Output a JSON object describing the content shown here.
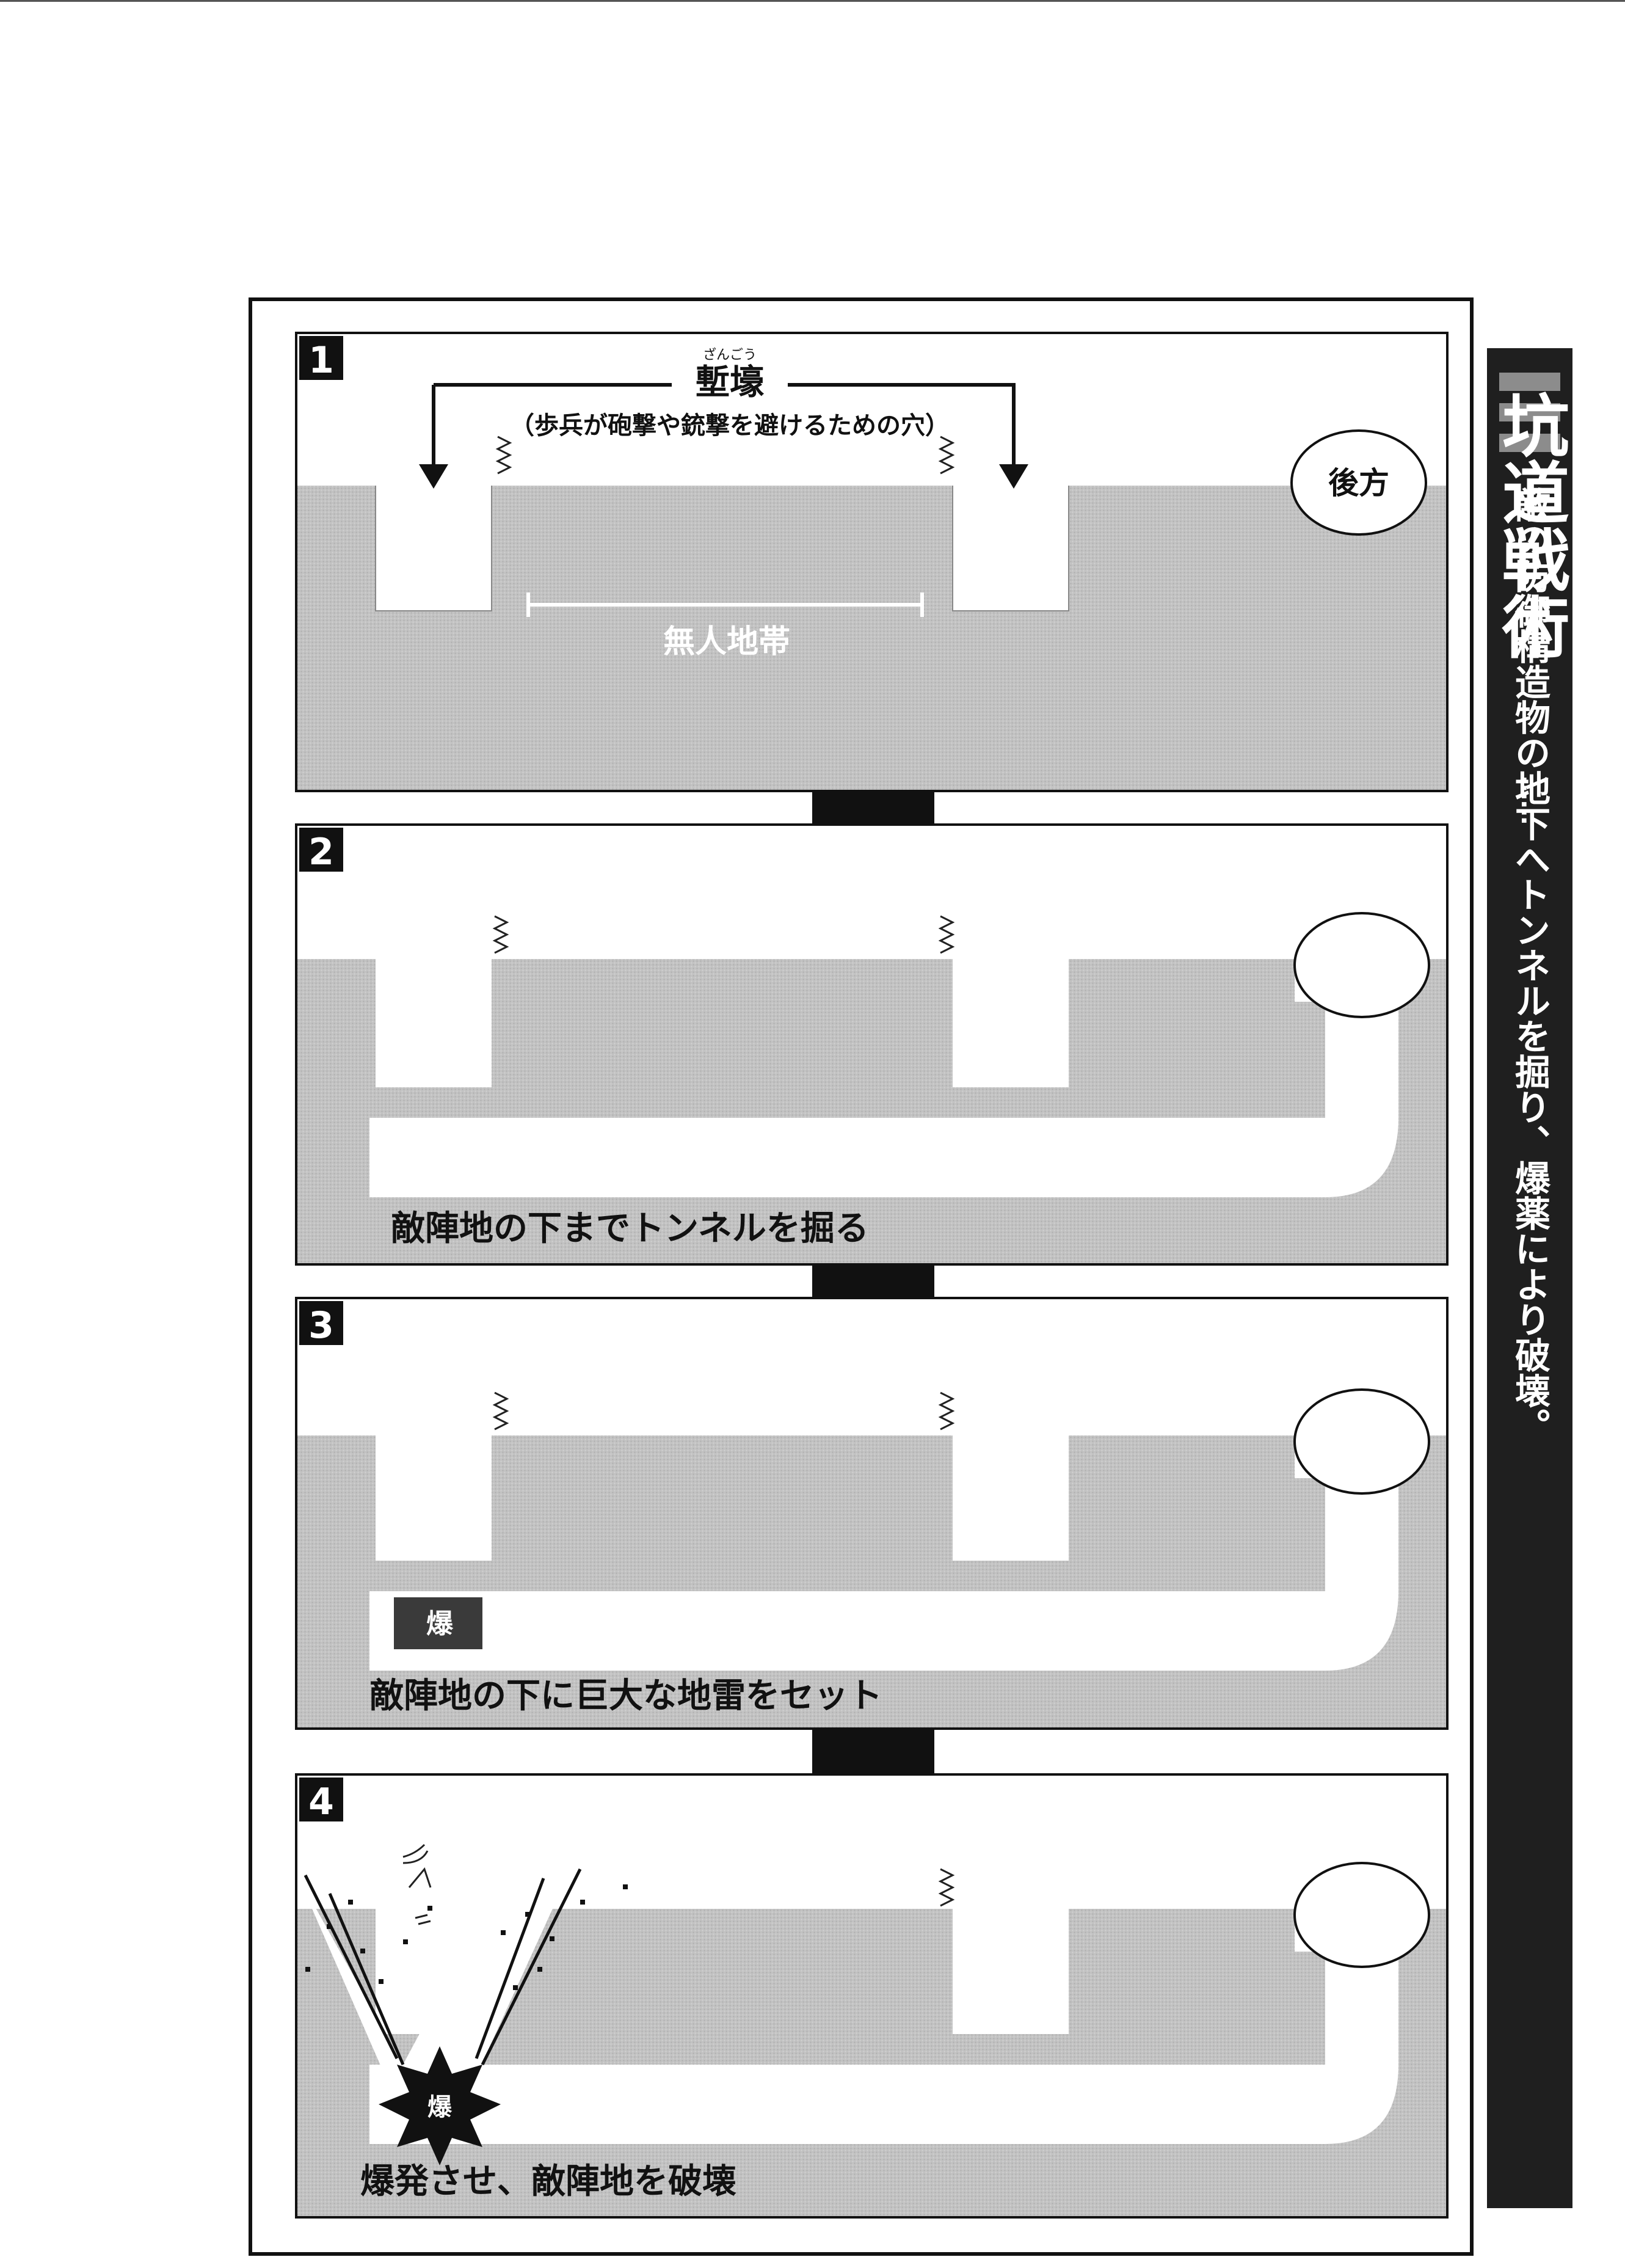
{
  "title": "坑道戦術",
  "subtitle": "敵の防御構造物の地下へトンネルを掘り、爆薬により破壊。",
  "title_dots": "……",
  "colors": {
    "ink": "#111111",
    "ground": "#c2c2c2",
    "sidebar": "#1f1f1f",
    "sidebar_bar": "#8c8c8c",
    "explosive_box": "#3a3a3a",
    "paper": "#ffffff",
    "no_mans_land_text": "#ffffff"
  },
  "panels": [
    {
      "number": "1",
      "trench_label": "塹壕",
      "trench_ruby": "ざんごう",
      "trench_note": "（歩兵が砲撃や銃撃を避けるための穴）",
      "rear_label": "後方",
      "no_mans_land": "無人地帯"
    },
    {
      "number": "2",
      "caption": "敵陣地の下までトンネルを掘る"
    },
    {
      "number": "3",
      "caption": "敵陣地の下に巨大な地雷をセット",
      "explosive_label": "爆"
    },
    {
      "number": "4",
      "caption": "爆発させ、敵陣地を破壊",
      "explosive_label": "爆"
    }
  ]
}
